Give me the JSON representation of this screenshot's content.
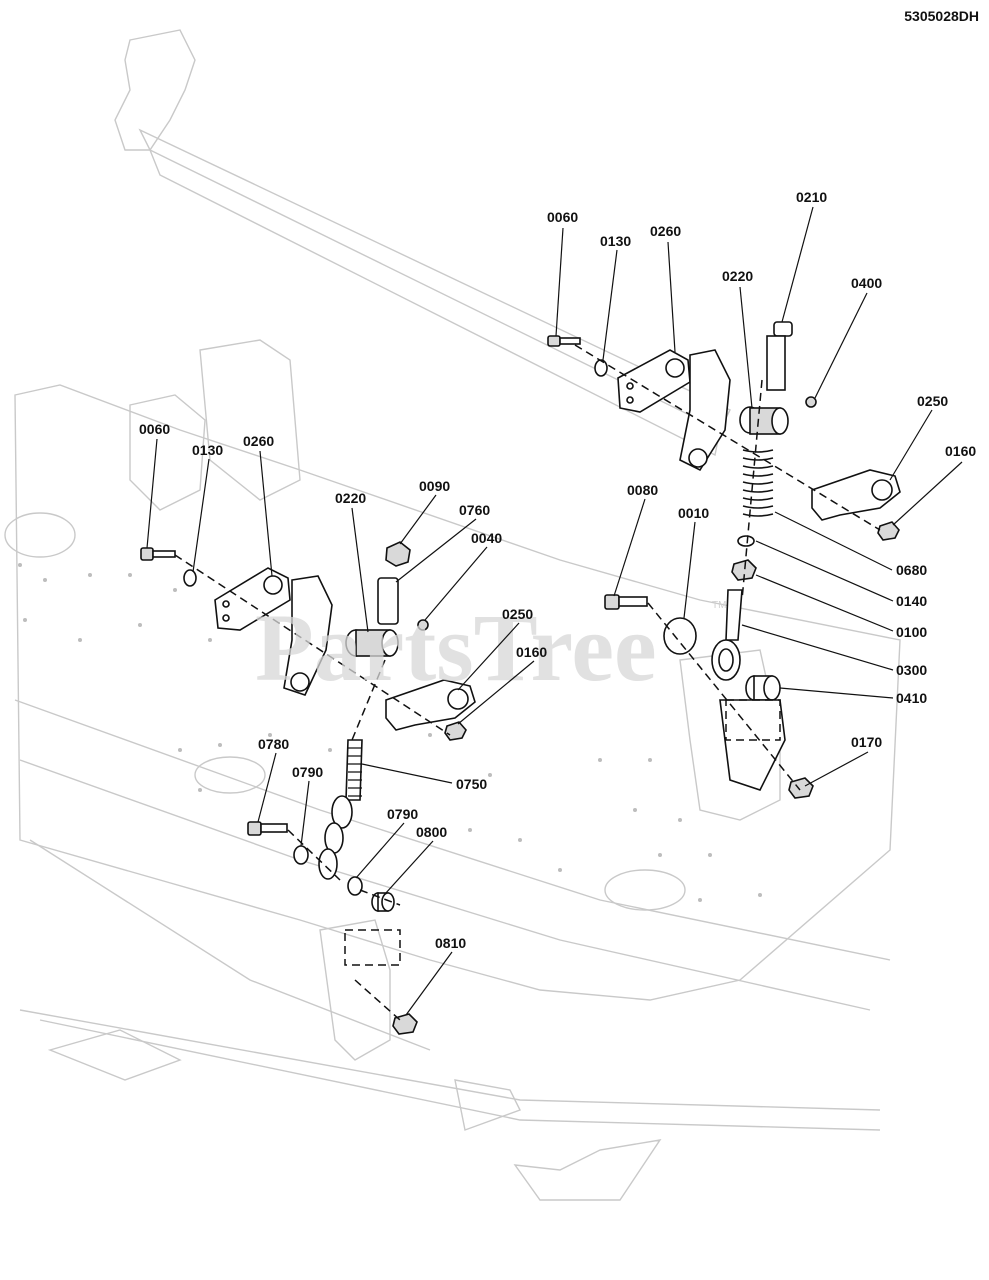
{
  "document_id": "5305028DH",
  "watermark": {
    "text": "PartsTree",
    "trademark": "TM"
  },
  "callouts": {
    "c0060a": "0060",
    "c0130a": "0130",
    "c0260a": "0260",
    "c0210": "0210",
    "c0220a": "0220",
    "c0400": "0400",
    "c0250a": "0250",
    "c0160a": "0160",
    "c0060b": "0060",
    "c0130b": "0130",
    "c0260b": "0260",
    "c0220b": "0220",
    "c0090": "0090",
    "c0760": "0760",
    "c0040": "0040",
    "c0250b": "0250",
    "c0160b": "0160",
    "c0080": "0080",
    "c0010": "0010",
    "c0680": "0680",
    "c0140": "0140",
    "c0100": "0100",
    "c0300": "0300",
    "c0410": "0410",
    "c0170": "0170",
    "c0780": "0780",
    "c0790a": "0790",
    "c0750": "0750",
    "c0790b": "0790",
    "c0800": "0800",
    "c0810": "0810"
  }
}
